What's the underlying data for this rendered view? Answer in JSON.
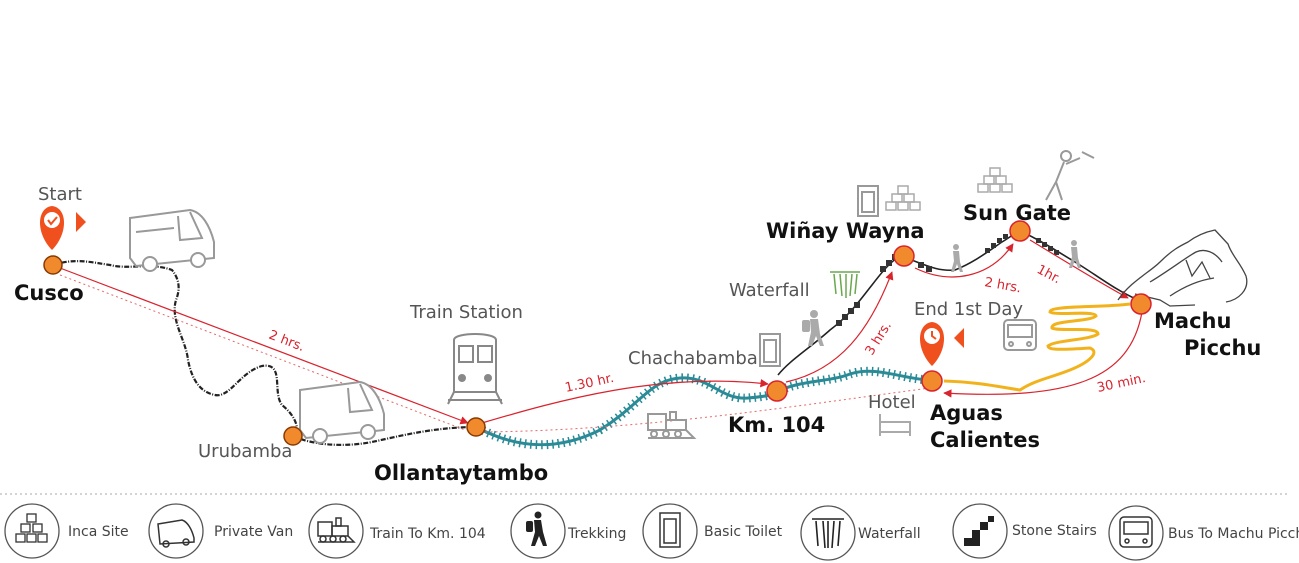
{
  "places": {
    "cusco": "Cusco",
    "urubamba": "Urubamba",
    "ollantaytambo": "Ollantaytambo",
    "km104": "Km. 104",
    "winay_wayna": "Wiñay Wayna",
    "sun_gate": "Sun Gate",
    "machu_picchu_line1": "Machu",
    "machu_picchu_line2": "Picchu",
    "aguas_calientes_line1": "Aguas",
    "aguas_calientes_line2": "Calientes"
  },
  "labels": {
    "start": "Start",
    "train_station": "Train Station",
    "chachabamba": "Chachabamba",
    "waterfall": "Waterfall",
    "end_first_day": "End 1st Day",
    "hotel": "Hotel"
  },
  "durations": {
    "cusco_ollantaytambo": "2 hrs.",
    "ollantaytambo_km104": "1.30 hr.",
    "km104_winay": "3 hrs.",
    "winay_sungate": "2 hrs.",
    "sungate_machu": "1hr.",
    "machu_aguas": "30 min."
  },
  "legend": [
    {
      "label": "Inca Site",
      "icon": "inca-site-icon"
    },
    {
      "label": "Private Van",
      "icon": "van-icon"
    },
    {
      "label": "Train To Km. 104",
      "icon": "train-icon"
    },
    {
      "label": "Trekking",
      "icon": "hiker-icon"
    },
    {
      "label": "Basic Toilet",
      "icon": "toilet-icon"
    },
    {
      "label": "Waterfall",
      "icon": "waterfall-icon"
    },
    {
      "label": "Stone Stairs",
      "icon": "stairs-icon"
    },
    {
      "label": "Bus To Machu Picchu",
      "icon": "bus-icon"
    }
  ],
  "colors": {
    "waypoint": "#f08a2c",
    "pin": "#f0501e",
    "route_red": "#d9232d",
    "rail": "#2a8a96",
    "bus_road": "#f2b21c"
  }
}
